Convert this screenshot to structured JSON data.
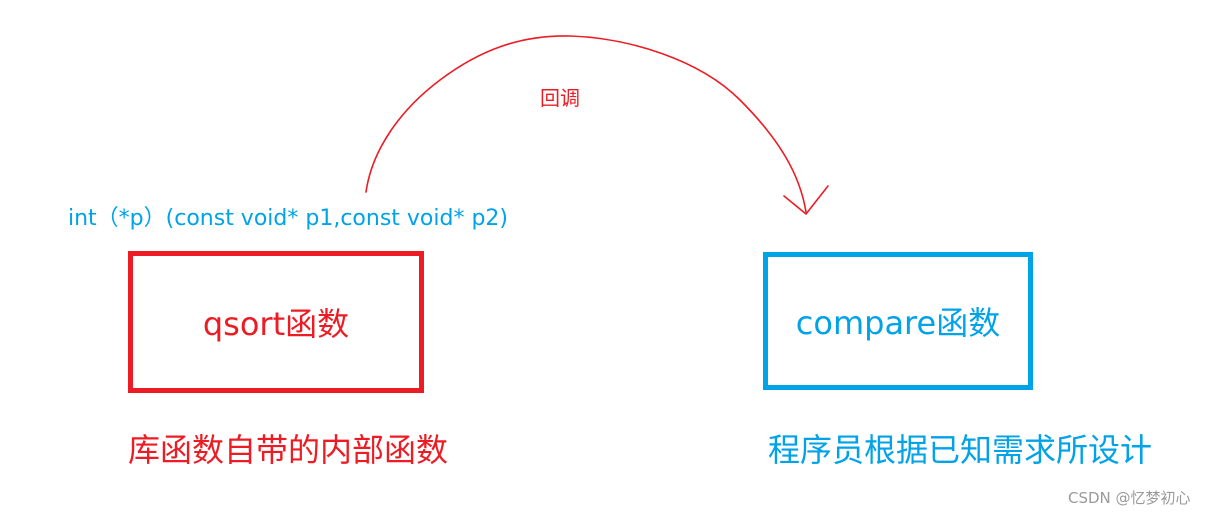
{
  "signature": "int（*p）(const void* p1,const void* p2)",
  "callback_label": "回调",
  "left_box": {
    "label": "qsort函数",
    "caption": "库函数自带的内部函数",
    "color": "#ed1c24"
  },
  "right_box": {
    "label": "compare函数",
    "caption": "程序员根据已知需求所设计",
    "color": "#00a2e8"
  },
  "arrow_color": "#ed1c24",
  "watermark": "CSDN @忆梦初心"
}
